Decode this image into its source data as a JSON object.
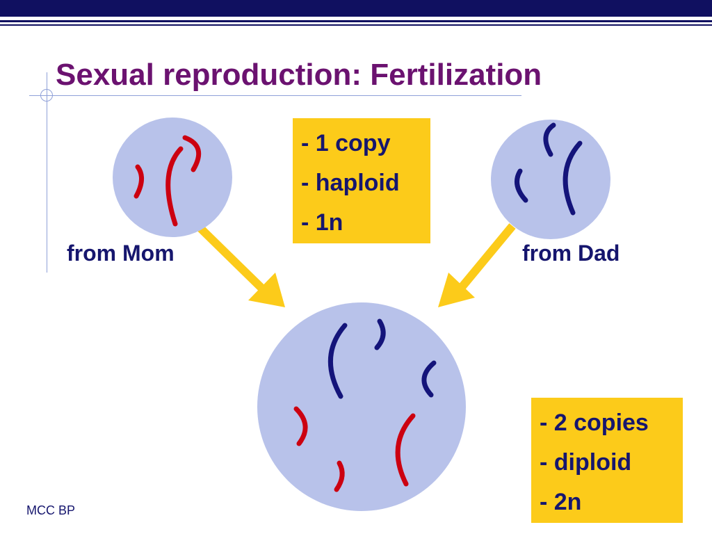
{
  "slide": {
    "title": "Sexual reproduction: Fertilization",
    "footer": "MCC BP"
  },
  "diagram": {
    "mom_label": "from Mom",
    "dad_label": "from Dad",
    "haploid_box": {
      "lines": [
        "- 1 copy",
        "- haploid",
        "- 1n"
      ]
    },
    "diploid_box": {
      "lines": [
        "- 2 copies",
        "- diploid",
        "- 2n"
      ]
    }
  },
  "colors": {
    "title": "#6b1270",
    "text": "#16166e",
    "cell_fill": "#b8c2ea",
    "mom_chromosome": "#cc0010",
    "dad_chromosome": "#14147a",
    "arrow": "#fccb1a",
    "box_fill": "#fccb1a",
    "top_band": "#101060"
  }
}
